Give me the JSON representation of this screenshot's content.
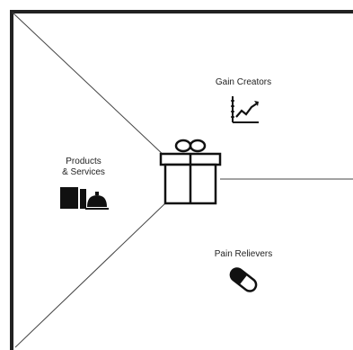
{
  "canvas": {
    "products_services": {
      "line1": "Products",
      "line2": "& Services",
      "icon": "products-services-icon"
    },
    "gain_creators": {
      "label": "Gain Creators",
      "icon": "growth-chart-icon"
    },
    "pain_relievers": {
      "label": "Pain Relievers",
      "icon": "pill-icon"
    },
    "center_icon": "gift-icon",
    "colors": {
      "frame": "#222222",
      "lines": "#333333",
      "text": "#222222",
      "icons": "#111111"
    }
  }
}
